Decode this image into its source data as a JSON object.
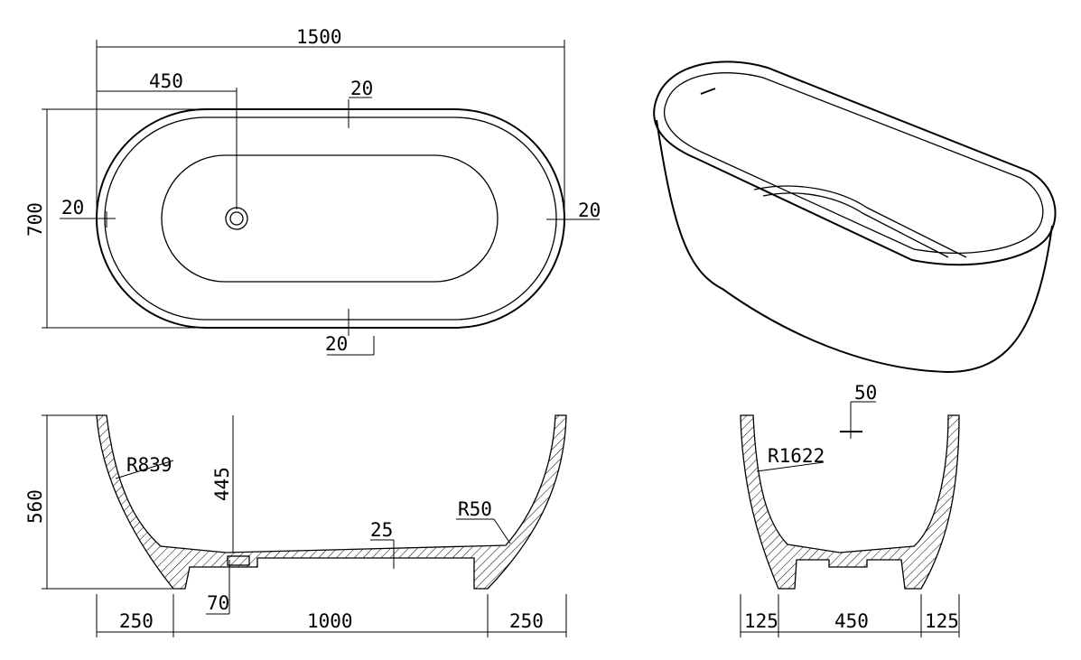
{
  "top_view": {
    "length": "1500",
    "drain_offset": "450",
    "width": "700",
    "rim_top": "20",
    "rim_left": "20",
    "rim_right": "20",
    "rim_bottom": "20"
  },
  "front_section": {
    "height": "560",
    "depth": "445",
    "radius_wall": "R839",
    "radius_corner": "R50",
    "base_thickness": "25",
    "drain_height": "70",
    "seg_left": "250",
    "seg_mid": "1000",
    "seg_right": "250"
  },
  "side_section": {
    "overflow": "50",
    "radius_wall": "R1622",
    "seg_left": "125",
    "seg_mid": "450",
    "seg_right": "125"
  }
}
